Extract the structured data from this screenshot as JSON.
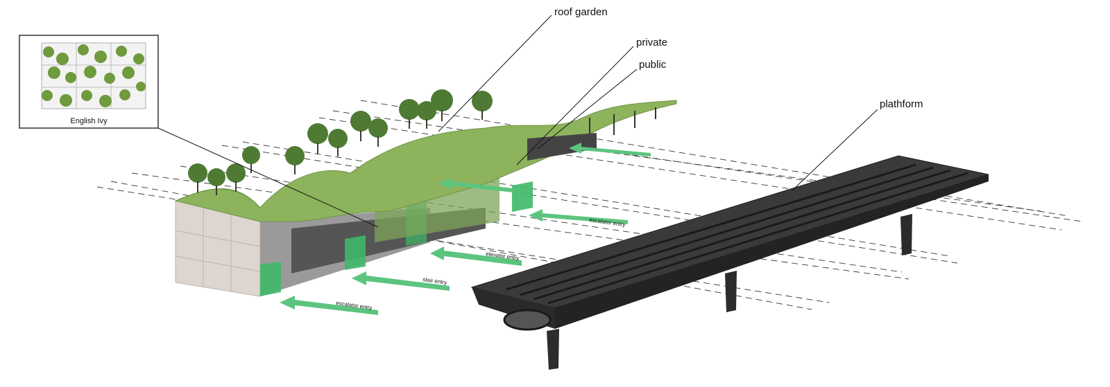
{
  "callouts": {
    "roof_garden": "roof garden",
    "private": "private",
    "public": "public",
    "platform": "plathform"
  },
  "inset": {
    "caption": "English Ivy",
    "icon": "ivy-wall-illustration"
  },
  "arrows": {
    "escalator_entry_top": "escalator entry",
    "elevator_entry": "elevator entry",
    "stair_entry": "stair entry",
    "escalator_entry_bottom": "escalator entry"
  },
  "colors": {
    "roof_green": "#8db35c",
    "glass_green": "#3fb868",
    "arrow_green": "#5cc47e",
    "facade": "#ddd5d0",
    "platform_dark": "#2e2e2e"
  }
}
